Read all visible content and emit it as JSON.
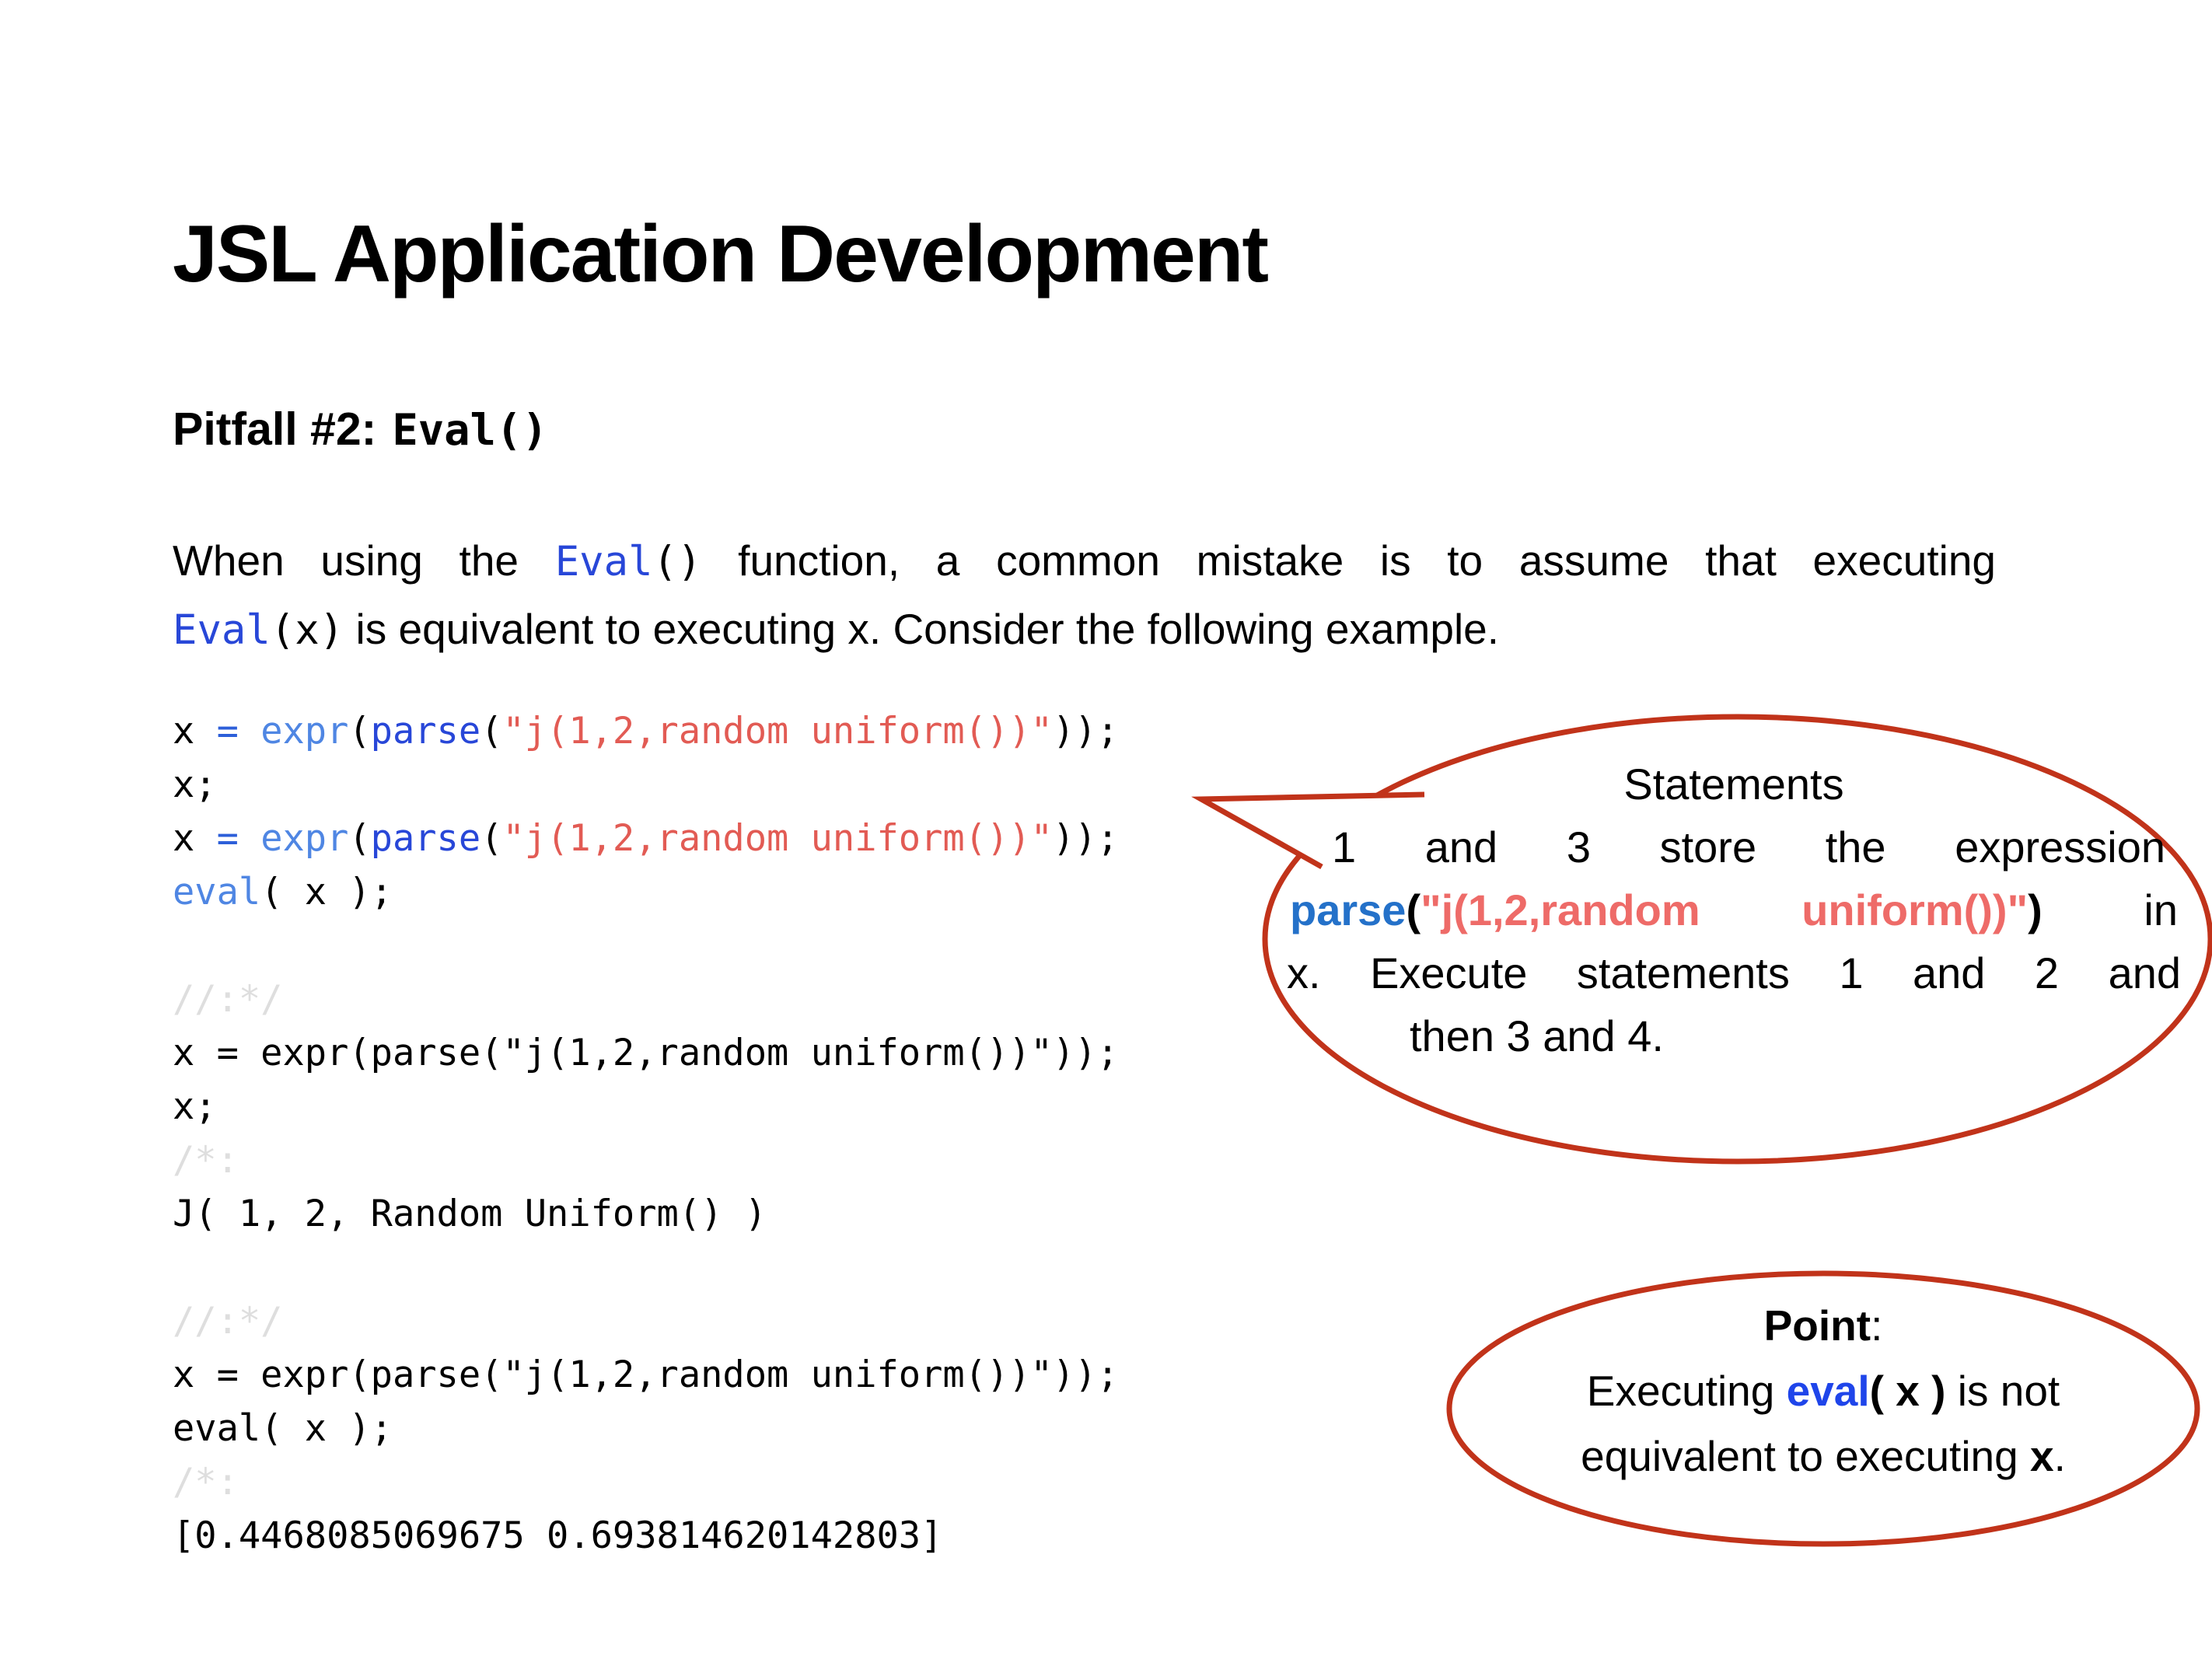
{
  "page": {
    "title": "JSL Application Development",
    "subtitle_prefix": "Pitfall #2:",
    "subtitle_code": "Eval()"
  },
  "intro": {
    "line1": [
      {
        "t": "When using the ",
        "c": "t"
      },
      {
        "t": "Eval",
        "c": "cib"
      },
      {
        "t": "()",
        "c": "ci"
      },
      {
        "t": " function, a common mistake is to assume that executing",
        "c": "t"
      }
    ],
    "line2": [
      {
        "t": "Eval",
        "c": "cib"
      },
      {
        "t": "(x)",
        "c": "ci"
      },
      {
        "t": " is equivalent to executing x. Consider the following example.",
        "c": "t"
      }
    ]
  },
  "code": {
    "lines": [
      [
        {
          "t": "x ",
          "c": "k"
        },
        {
          "t": "= ",
          "c": "op"
        },
        {
          "t": "expr",
          "c": "fn"
        },
        {
          "t": "(",
          "c": "k"
        },
        {
          "t": "parse",
          "c": "fn2"
        },
        {
          "t": "(",
          "c": "k"
        },
        {
          "t": "\"j(1,2,random uniform())\"",
          "c": "str"
        },
        {
          "t": "));",
          "c": "k"
        }
      ],
      [
        {
          "t": "x;",
          "c": "k"
        }
      ],
      [
        {
          "t": "x ",
          "c": "k"
        },
        {
          "t": "= ",
          "c": "op"
        },
        {
          "t": "expr",
          "c": "fn"
        },
        {
          "t": "(",
          "c": "k"
        },
        {
          "t": "parse",
          "c": "fn2"
        },
        {
          "t": "(",
          "c": "k"
        },
        {
          "t": "\"j(1,2,random uniform())\"",
          "c": "str"
        },
        {
          "t": "));",
          "c": "k"
        }
      ],
      [
        {
          "t": "eval",
          "c": "fn"
        },
        {
          "t": "( x );",
          "c": "k"
        }
      ],
      [],
      [
        {
          "t": "//:*/",
          "c": "cm"
        }
      ],
      [
        {
          "t": "x = expr(parse(\"j(1,2,random uniform())\"));",
          "c": "k"
        }
      ],
      [
        {
          "t": "x;",
          "c": "k"
        }
      ],
      [
        {
          "t": "/*:",
          "c": "cm"
        }
      ],
      [
        {
          "t": "J( 1, 2, Random Uniform() )",
          "c": "k"
        }
      ],
      [],
      [
        {
          "t": "//:*/",
          "c": "cm"
        }
      ],
      [
        {
          "t": "x = expr(parse(\"j(1,2,random uniform())\"));",
          "c": "k"
        }
      ],
      [
        {
          "t": "eval( x );",
          "c": "k"
        }
      ],
      [
        {
          "t": "/*:",
          "c": "cm"
        }
      ],
      [
        {
          "t": "[0.4468085069675 0.693814620142803]",
          "c": "k"
        }
      ]
    ]
  },
  "bubble": {
    "line1": "Statements",
    "line2": "1 and 3 store the expression",
    "line3": [
      {
        "t": "parse",
        "c": "bb"
      },
      {
        "t": "(",
        "c": "bk"
      },
      {
        "t": "\"j(1,2,random uniform())\"",
        "c": "bs"
      },
      {
        "t": ")",
        "c": "bk"
      },
      {
        "t": " in",
        "c": "t"
      }
    ],
    "line4": "x. Execute statements 1 and 2 and",
    "line5": "then 3 and 4."
  },
  "point": {
    "title": "Point",
    "title_colon": ":",
    "line2": [
      {
        "t": "Executing ",
        "c": "t"
      },
      {
        "t": "eval",
        "c": "pe"
      },
      {
        "t": "( x )",
        "c": "bk"
      },
      {
        "t": " is not",
        "c": "t"
      }
    ],
    "line3": [
      {
        "t": "equivalent to executing ",
        "c": "t"
      },
      {
        "t": "x",
        "c": "bk"
      },
      {
        "t": ".",
        "c": "t"
      }
    ]
  },
  "colors": {
    "operator_blue": "#2d5fd9",
    "function_light_blue": "#4f86e3",
    "function_dark_blue": "#2847d8",
    "string_red": "#e25b54",
    "comment_gray": "#dedede",
    "bubble_outline_red": "#c1331a",
    "bubble_parse_blue": "#2471c9",
    "bubble_string_salmon": "#ee6b68",
    "point_eval_blue": "#1f45ea"
  }
}
